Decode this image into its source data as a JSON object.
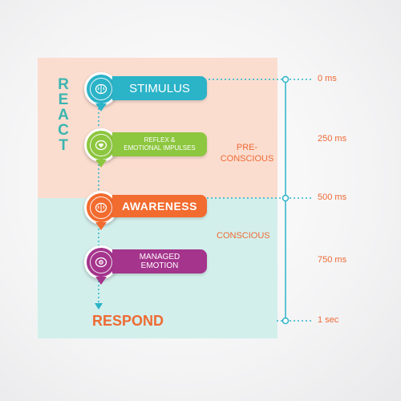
{
  "diagram": {
    "react_label": [
      "R",
      "E",
      "A",
      "C",
      "T"
    ],
    "steps": {
      "stimulus": {
        "lines": [
          "STIMULUS"
        ],
        "icon": "brain-icon"
      },
      "reflex": {
        "lines": [
          "REFLEX &",
          "EMOTIONAL IMPULSES"
        ],
        "icon": "brain-heart-icon"
      },
      "awareness": {
        "lines": [
          "AWARENESS"
        ],
        "icon": "brain-icon"
      },
      "managed_emotion": {
        "lines": [
          "MANAGED",
          "EMOTION"
        ],
        "icon": "brain-gear-icon"
      }
    },
    "respond_label": "RESPOND",
    "zones": {
      "preconscious": [
        "PRE-",
        "CONSCIOUS"
      ],
      "conscious": "CONSCIOUS"
    },
    "timeline": [
      "0 ms",
      "250 ms",
      "500 ms",
      "750 ms",
      "1 sec"
    ]
  },
  "colors": {
    "react_zone": "#fbddd0",
    "respond_zone": "#d3efeb",
    "teal": "#2bb3c8",
    "green": "#8dc63f",
    "orange": "#f26b2f",
    "purple": "#a4348c",
    "accent_text": "#ee6a34"
  }
}
